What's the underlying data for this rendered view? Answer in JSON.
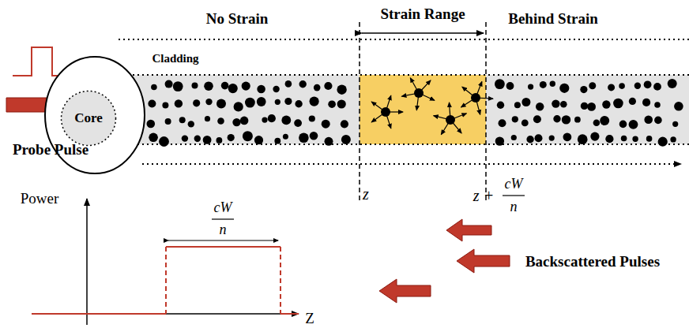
{
  "diagram": {
    "nodes": [
      {
        "text": [
          "Core"
        ]
      }
    ],
    "labels": [
      "No Strain",
      "Strain Range",
      "Behind Strain",
      "Cladding",
      "Probe Pulse",
      "z",
      "z +",
      "cW",
      "n",
      "Power",
      "cW",
      "n",
      "Backscattered Pulses",
      "Z"
    ]
  }
}
